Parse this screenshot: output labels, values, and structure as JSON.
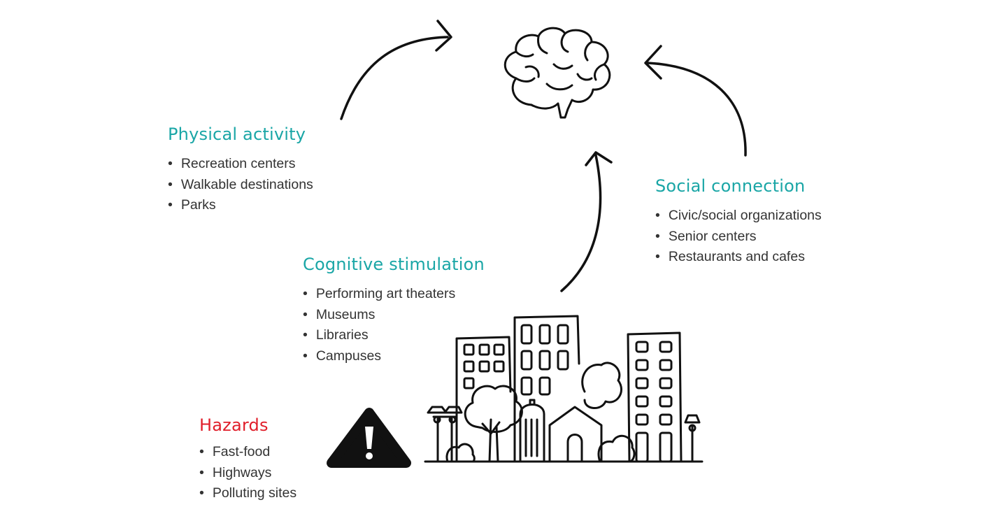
{
  "colors": {
    "heading_teal": "#1aa6a6",
    "heading_red": "#e01e2a",
    "ink": "#111111",
    "text": "#333333",
    "background": "#ffffff"
  },
  "icons": {
    "brain": "brain-icon",
    "city": "city-buildings-icon",
    "warning": "warning-triangle-icon",
    "arrows": "curved-arrow-icon"
  },
  "physical": {
    "title": "Physical activity",
    "items": [
      "Recreation centers",
      "Walkable destinations",
      "Parks"
    ]
  },
  "social": {
    "title": "Social connection",
    "items": [
      "Civic/social organizations",
      "Senior centers",
      "Restaurants and cafes"
    ]
  },
  "cognitive": {
    "title": "Cognitive stimulation",
    "items": [
      "Performing art theaters",
      "Museums",
      "Libraries",
      "Campuses"
    ]
  },
  "hazards": {
    "title": "Hazards",
    "items": [
      "Fast-food",
      "Highways",
      "Polluting sites"
    ]
  }
}
